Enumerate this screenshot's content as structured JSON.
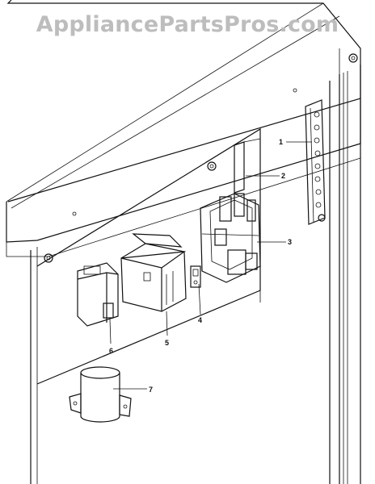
{
  "watermark": "AppliancePartsPros.com",
  "callouts": [
    {
      "id": "1",
      "label": "1"
    },
    {
      "id": "2",
      "label": "2"
    },
    {
      "id": "3",
      "label": "3"
    },
    {
      "id": "4",
      "label": "4"
    },
    {
      "id": "5",
      "label": "5"
    },
    {
      "id": "6",
      "label": "6"
    },
    {
      "id": "7",
      "label": "7"
    }
  ],
  "colors": {
    "line": "#111111",
    "watermark": "#bdbdbd",
    "background": "#ffffff"
  }
}
